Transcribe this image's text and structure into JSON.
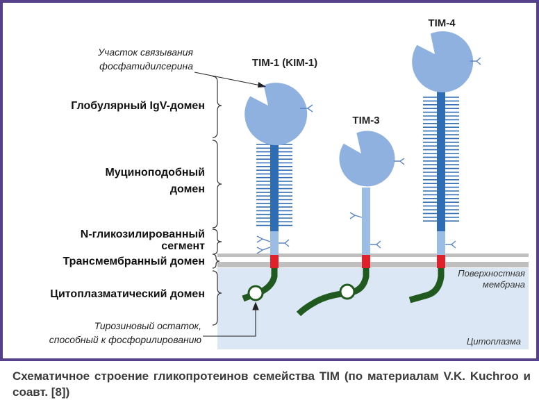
{
  "colors": {
    "frame_border": "#55408a",
    "globule": "#8fb1df",
    "mucin_stalk": "#2e6db4",
    "light_stalk": "#9bbce3",
    "membrane_band": "#bfbfbf",
    "cytoplasm": "#dce7f5",
    "transmembrane": "#e0202a",
    "cytoplasmic_tail": "#215a1f"
  },
  "proteins": {
    "tim1": "TIM-1 (KIM-1)",
    "tim3": "TIM-3",
    "tim4": "TIM-4"
  },
  "domains": {
    "binding_site": [
      "Участок связывания",
      "фосфатидилсерина"
    ],
    "igv": "Глобулярный IgV-домен",
    "mucin": [
      "Муциноподобный",
      "домен"
    ],
    "nglyco": [
      "N-гликозилированный",
      "сегмент"
    ],
    "transmembrane": "Трансмембранный домен",
    "cytoplasmic": "Цитоплазматический домен",
    "tyrosine": [
      "Тирозиновый остаток,",
      "способный к фосфорилированию"
    ]
  },
  "regions": {
    "surface_membrane": [
      "Поверхностная",
      "мембрана"
    ],
    "cytoplasm": "Цитоплазма"
  },
  "caption": "Схематичное строение гликопротеинов семейства TIM (по материалам V.K. Kuchroo и соавт. [8])"
}
